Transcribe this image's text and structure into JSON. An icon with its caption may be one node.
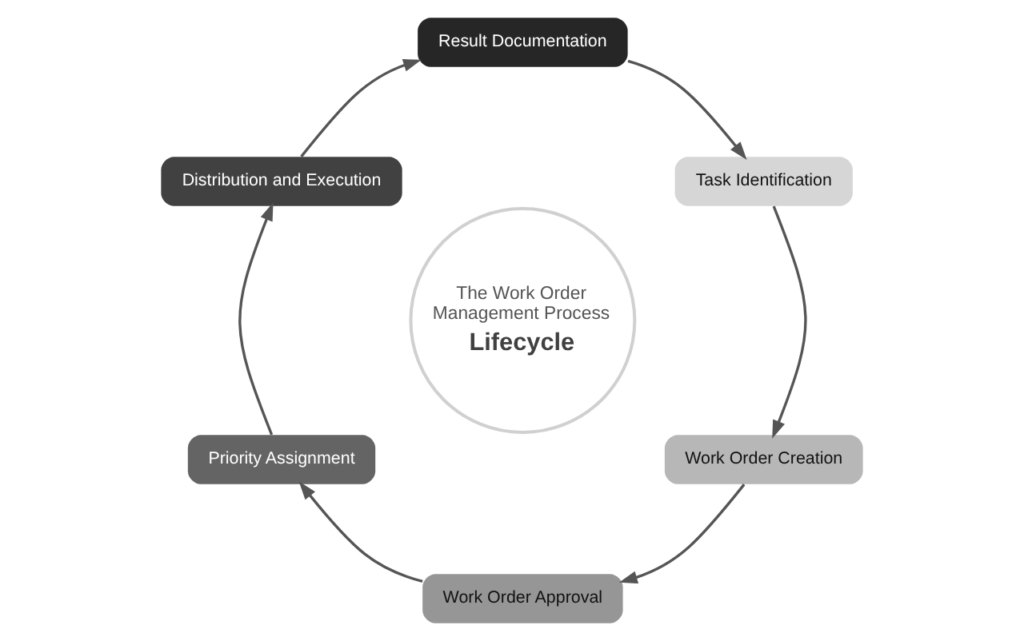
{
  "diagram": {
    "nodes": [
      {
        "text": [
          "The Work Order Management Process",
          "Lifecycle"
        ]
      },
      {
        "text": [
          "Task Identification"
        ]
      },
      {
        "text": [
          "Work Order Creation"
        ]
      },
      {
        "text": [
          "Work Order Approval"
        ]
      },
      {
        "text": [
          "Priority Assignment"
        ]
      },
      {
        "text": [
          "Distribution and Execution"
        ]
      },
      {
        "text": [
          "Result Documentation"
        ]
      }
    ],
    "edges": [
      {
        "from": 1,
        "to": 2,
        "arrow": "to"
      },
      {
        "from": 2,
        "to": 3,
        "arrow": "to"
      },
      {
        "from": 3,
        "to": 4,
        "arrow": "to"
      },
      {
        "from": 4,
        "to": 5,
        "arrow": "to"
      },
      {
        "from": 5,
        "to": 6,
        "arrow": "to"
      },
      {
        "from": 6,
        "to": 1,
        "arrow": "to"
      }
    ]
  }
}
